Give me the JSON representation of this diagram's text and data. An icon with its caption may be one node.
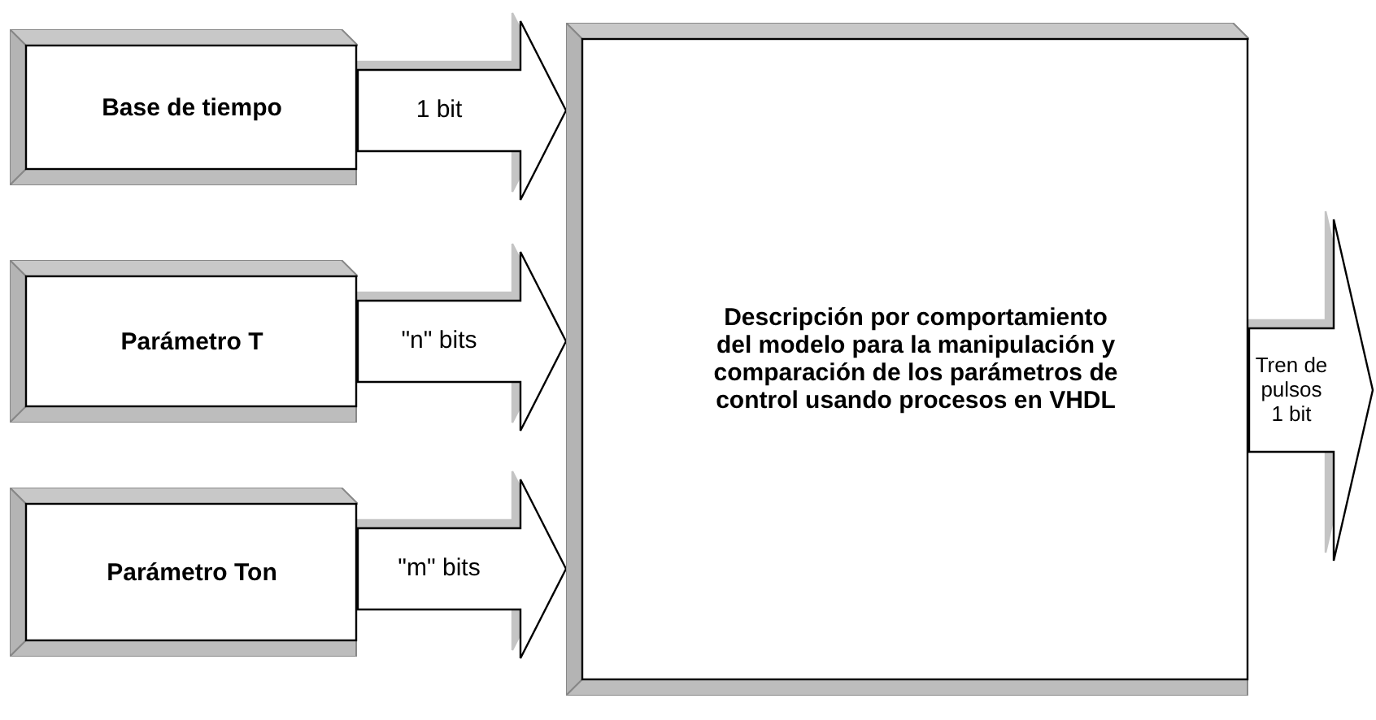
{
  "diagram": {
    "nodes": [
      {
        "text": [
          "Base de tiempo"
        ]
      },
      {
        "text": [
          "Parámetro T"
        ]
      },
      {
        "text": [
          "Parámetro Ton"
        ]
      },
      {
        "text": [
          "Descripción por comportamiento del modelo para la manipulación y comparación de los parámetros de control usando procesos en VHDL"
        ]
      }
    ],
    "edges": [
      {
        "from": 0,
        "to": 3,
        "arrow": "to",
        "label": "1 bit"
      },
      {
        "from": 1,
        "to": 3,
        "arrow": "to",
        "label": "\"n\"  bits"
      },
      {
        "from": 2,
        "to": 3,
        "arrow": "to",
        "label": "\"m\" bits"
      },
      {
        "from": 3,
        "to": null,
        "arrow": "to",
        "label": "Tren de pulsos 1 bit"
      }
    ]
  }
}
